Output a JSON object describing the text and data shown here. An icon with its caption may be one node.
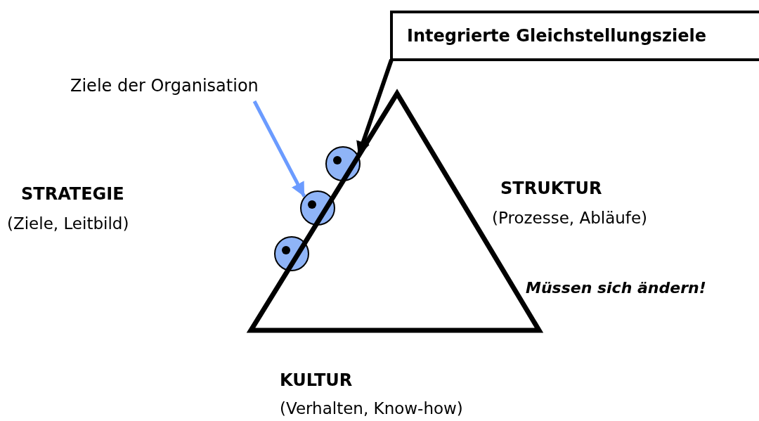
{
  "diagram": {
    "nodes": [
      {
        "text": [
          "Integrierte Gleichstellungsziele"
        ]
      },
      {
        "text": [
          "Ziele der Organisation"
        ]
      },
      {
        "text": [],
        "shape": "circle"
      },
      {
        "text": [],
        "shape": "circle"
      },
      {
        "text": [],
        "shape": "circle"
      }
    ],
    "edges": [
      {
        "from": 0,
        "to": 2,
        "arrow": "to"
      },
      {
        "from": 1,
        "to": 3,
        "arrow": "to",
        "color": "#6b9bff"
      }
    ],
    "labels": [
      "STRATEGIE",
      "(Ziele, Leitbild)",
      "STRUKTUR",
      "(Prozesse, Abläufe)",
      "Müssen sich ändern!",
      "KULTUR",
      "(Verhalten, Know-how)"
    ]
  }
}
